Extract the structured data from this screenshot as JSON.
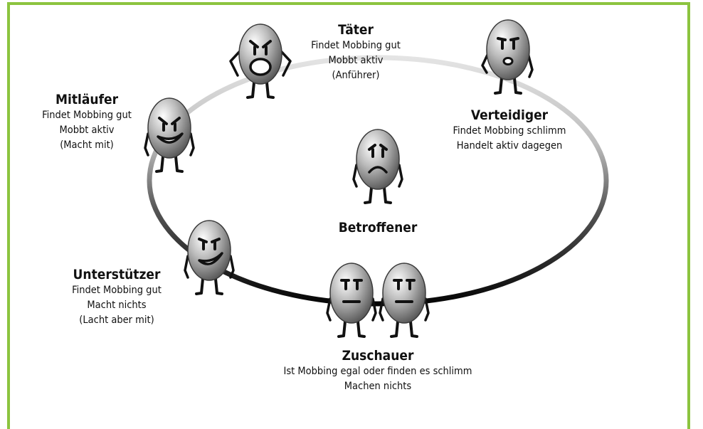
{
  "frame_color": "#8cc43f",
  "roles": {
    "taeter": {
      "title": "Täter",
      "lines": [
        "Findet Mobbing gut",
        "Mobbt aktiv",
        "(Anführer)"
      ]
    },
    "mitlaeufer": {
      "title": "Mitläufer",
      "lines": [
        "Findet Mobbing gut",
        "Mobbt aktiv",
        "(Macht mit)"
      ]
    },
    "verteidiger": {
      "title": "Verteidiger",
      "lines": [
        "Findet Mobbing schlimm",
        "Handelt aktiv dagegen"
      ]
    },
    "betroffener": {
      "title": "Betroffener"
    },
    "unterstuetzer": {
      "title": "Unterstützer",
      "lines": [
        "Findet Mobbing gut",
        "Macht nichts",
        "(Lacht aber mit)"
      ]
    },
    "zuschauer": {
      "title": "Zuschauer",
      "lines": [
        "Ist Mobbing egal oder finden es schlimm",
        "Machen nichts"
      ]
    }
  }
}
